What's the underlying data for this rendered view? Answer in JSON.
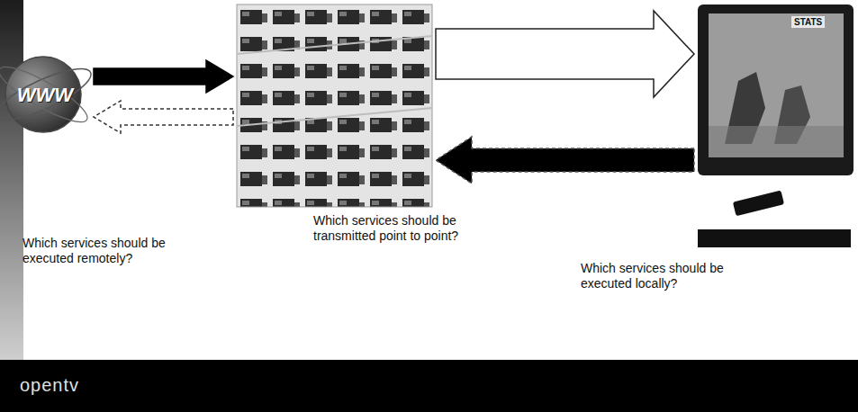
{
  "diagram": {
    "nodes": [
      {
        "text": [
          "WWW",
          "Which services should be executed remotely?"
        ]
      },
      {
        "text": [
          "Which services should be transmitted point to point?"
        ]
      },
      {
        "text": [
          "STATS",
          "Which services should be executed locally?"
        ]
      }
    ],
    "edges": [
      {
        "from": 0,
        "to": 1,
        "arrow": "to"
      },
      {
        "from": 1,
        "to": 0,
        "arrow": "to"
      },
      {
        "from": 1,
        "to": 2,
        "arrow": "to"
      },
      {
        "from": 2,
        "to": 1,
        "arrow": "to"
      }
    ],
    "labels": [
      "opentv"
    ]
  }
}
